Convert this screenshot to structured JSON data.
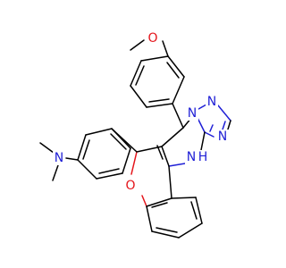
{
  "colors": {
    "bond": "#000000",
    "nitrogen": "#1f1fd6",
    "oxygen": "#e4141a",
    "background": "#ffffff"
  },
  "atoms": {
    "o_methoxy": {
      "label": "O",
      "element": "O"
    },
    "n_dimethyl": {
      "label": "N",
      "element": "N"
    },
    "n_triazole_a": {
      "label": "N",
      "element": "N"
    },
    "n_triazole_b": {
      "label": "N",
      "element": "N"
    },
    "n_triazole_c": {
      "label": "N",
      "element": "N"
    },
    "nh": {
      "label": "N",
      "element": "N"
    },
    "nh_h": {
      "label": "H",
      "element": "N"
    },
    "o_ring": {
      "label": "O",
      "element": "O"
    }
  }
}
